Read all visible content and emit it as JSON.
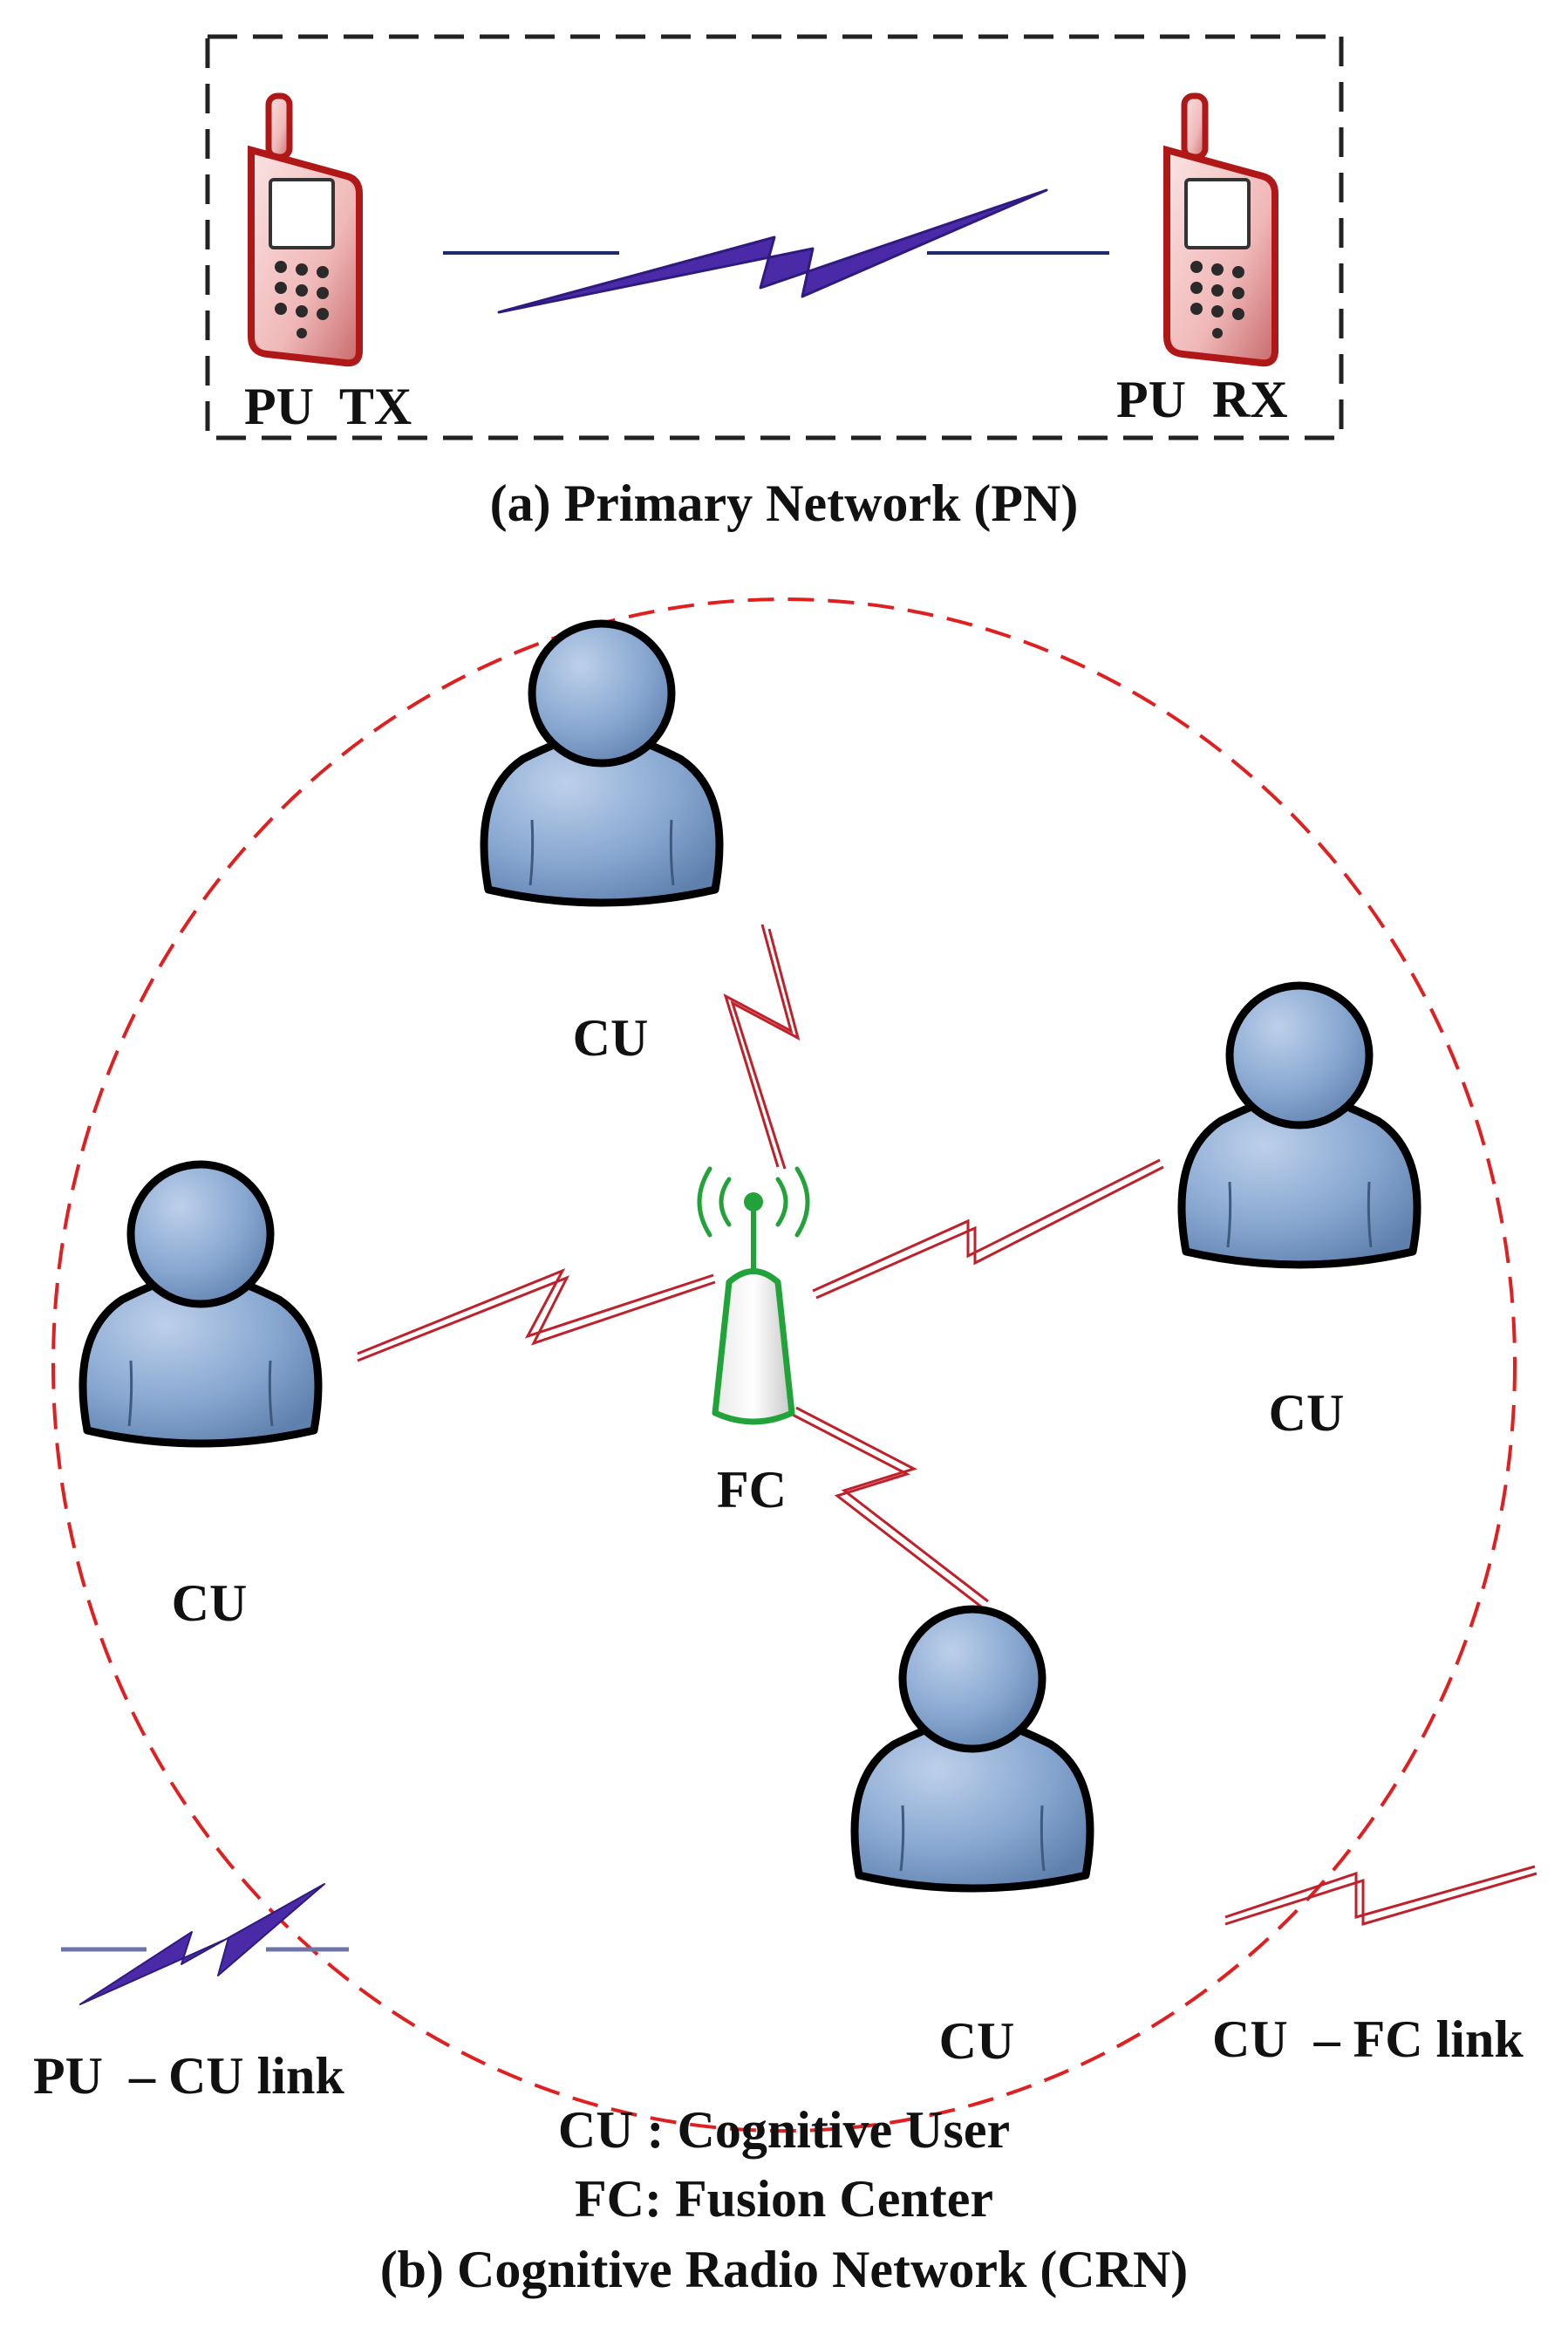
{
  "primary_network": {
    "tx_label": "PU  TX",
    "rx_label": "PU  RX",
    "caption": "(a) Primary Network (PN)"
  },
  "crn": {
    "cu_label": "CU",
    "fc_label": "FC",
    "caption": "(b) Cognitive Radio Network (CRN)"
  },
  "legend": {
    "pu_cu_link": "PU  – CU link",
    "cu_fc_link": "CU  – FC link",
    "cu_def": "CU : Cognitive User",
    "fc_def": "FC: Fusion Center"
  },
  "colors": {
    "pu_link": "#4b2aa8",
    "cu_fc_link": "#c0202a",
    "phone_red": "#b01818",
    "user_blue": "#7c9cc6",
    "antenna_green": "#22a33a",
    "range_circle": "#e02020"
  }
}
